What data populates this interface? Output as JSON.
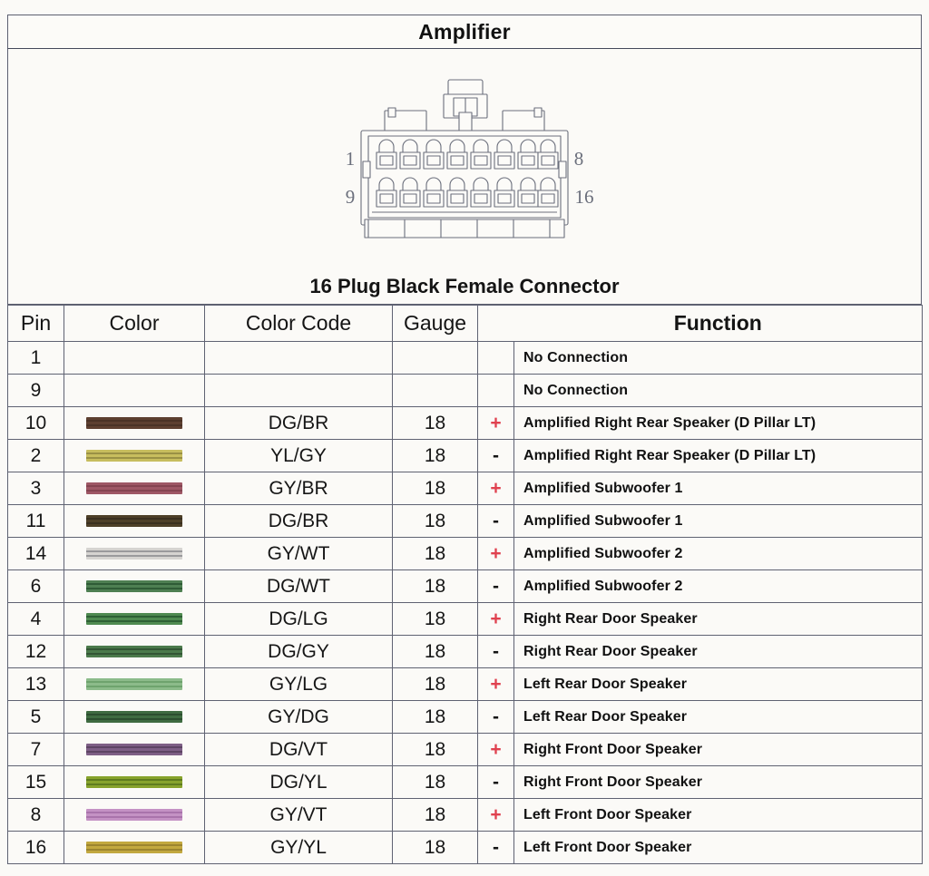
{
  "header": {
    "title": "Amplifier"
  },
  "connector": {
    "caption": "16 Plug Black Female Connector",
    "pin_labels": {
      "top_left": "1",
      "top_right": "8",
      "bottom_left": "9",
      "bottom_right": "16"
    },
    "rows": 2,
    "pins_per_row": 8
  },
  "table": {
    "columns": [
      {
        "key": "pin",
        "label": "Pin"
      },
      {
        "key": "color",
        "label": "Color"
      },
      {
        "key": "code",
        "label": "Color Code"
      },
      {
        "key": "gauge",
        "label": "Gauge"
      },
      {
        "key": "polarity",
        "label": ""
      },
      {
        "key": "function",
        "label": "Function"
      }
    ],
    "rows": [
      {
        "pin": "1",
        "swatch": null,
        "code": "",
        "gauge": "",
        "polarity": "",
        "function": "No Connection"
      },
      {
        "pin": "9",
        "swatch": null,
        "code": "",
        "gauge": "",
        "polarity": "",
        "function": "No Connection"
      },
      {
        "pin": "10",
        "swatch": {
          "base": "#5d3f30",
          "stripe": "#4a3226"
        },
        "code": "DG/BR",
        "gauge": "18",
        "polarity": "+",
        "function": "Amplified Right Rear Speaker (D Pillar LT)"
      },
      {
        "pin": "2",
        "swatch": {
          "base": "#c7bd5e",
          "stripe": "#9a9145"
        },
        "code": "YL/GY",
        "gauge": "18",
        "polarity": "-",
        "function": "Amplified Right Rear Speaker (D Pillar LT)"
      },
      {
        "pin": "3",
        "swatch": {
          "base": "#9e5765",
          "stripe": "#854451"
        },
        "code": "GY/BR",
        "gauge": "18",
        "polarity": "+",
        "function": "Amplified Subwoofer 1"
      },
      {
        "pin": "11",
        "swatch": {
          "base": "#4e4028",
          "stripe": "#3a3020"
        },
        "code": "DG/BR",
        "gauge": "18",
        "polarity": "-",
        "function": "Amplified Subwoofer 1"
      },
      {
        "pin": "14",
        "swatch": {
          "base": "#d5d3d0",
          "stripe": "#9a9a9c"
        },
        "code": "GY/WT",
        "gauge": "18",
        "polarity": "+",
        "function": "Amplified Subwoofer 2"
      },
      {
        "pin": "6",
        "swatch": {
          "base": "#4e7f52",
          "stripe": "#2f5c36"
        },
        "code": "DG/WT",
        "gauge": "18",
        "polarity": "-",
        "function": "Amplified Subwoofer 2"
      },
      {
        "pin": "4",
        "swatch": {
          "base": "#4f8a50",
          "stripe": "#2e6034"
        },
        "code": "DG/LG",
        "gauge": "18",
        "polarity": "+",
        "function": "Right Rear Door Speaker"
      },
      {
        "pin": "12",
        "swatch": {
          "base": "#4b7a4b",
          "stripe": "#335635"
        },
        "code": "DG/GY",
        "gauge": "18",
        "polarity": "-",
        "function": "Right Rear Door Speaker"
      },
      {
        "pin": "13",
        "swatch": {
          "base": "#8cbb8a",
          "stripe": "#6ea36d"
        },
        "code": "GY/LG",
        "gauge": "18",
        "polarity": "+",
        "function": "Left Rear Door Speaker"
      },
      {
        "pin": "5",
        "swatch": {
          "base": "#3f6b41",
          "stripe": "#2c4e2f"
        },
        "code": "GY/DG",
        "gauge": "18",
        "polarity": "-",
        "function": "Left Rear Door Speaker"
      },
      {
        "pin": "7",
        "swatch": {
          "base": "#7e5f86",
          "stripe": "#5d4464"
        },
        "code": "DG/VT",
        "gauge": "18",
        "polarity": "+",
        "function": "Right Front  Door Speaker"
      },
      {
        "pin": "15",
        "swatch": {
          "base": "#87a32c",
          "stripe": "#5f7c1f"
        },
        "code": "DG/YL",
        "gauge": "18",
        "polarity": "-",
        "function": "Right Front  Door Speaker"
      },
      {
        "pin": "8",
        "swatch": {
          "base": "#c492c4",
          "stripe": "#a973ab"
        },
        "code": "GY/VT",
        "gauge": "18",
        "polarity": "+",
        "function": "Left Front  Door Speaker"
      },
      {
        "pin": "16",
        "swatch": {
          "base": "#c2a83f",
          "stripe": "#9c8530"
        },
        "code": "GY/YL",
        "gauge": "18",
        "polarity": "-",
        "function": "Left Front  Door Speaker"
      }
    ]
  },
  "colors": {
    "positive": "#e0414f",
    "negative": "#141414",
    "border": "#5f6272",
    "background": "#fbfaf7"
  }
}
